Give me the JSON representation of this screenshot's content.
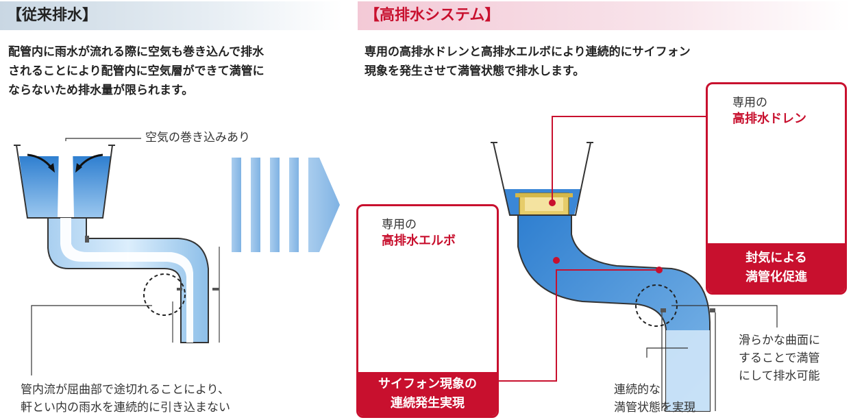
{
  "left": {
    "header": "【従来排水】",
    "description": [
      "配管内に雨水が流れる際に空気も巻き込んで排水",
      "されることにより配管内に空気層ができて満管に",
      "ならないため排水量が限られます。"
    ],
    "air_label": "空気の巻き込みあり",
    "bottom_caption": [
      "管内流が屈曲部で途切れることにより、",
      "軒とい内の雨水を連続的に引き込まない"
    ]
  },
  "right": {
    "header": "【高排水システム】",
    "description": [
      "専用の高排水ドレンと高排水エルボにより連続的にサイフォン",
      "現象を発生させて満管状態で排水します。"
    ],
    "drain_box": {
      "pre": "専用の",
      "name": "高排水ドレン",
      "footer": [
        "封気による",
        "満管化促進"
      ]
    },
    "elbow_box": {
      "pre": "専用の",
      "name": "高排水エルボ",
      "footer": [
        "サイフォン現象の",
        "連続発生実現"
      ]
    },
    "curve_label": [
      "滑らかな曲面に",
      "することで満管",
      "にして排水可能"
    ],
    "full_label": [
      "連続的な",
      "満管状態を実現"
    ]
  },
  "colors": {
    "accent_red": "#c8102e",
    "water_blue": "#3b87d6",
    "pipe_gray": "#555555"
  }
}
